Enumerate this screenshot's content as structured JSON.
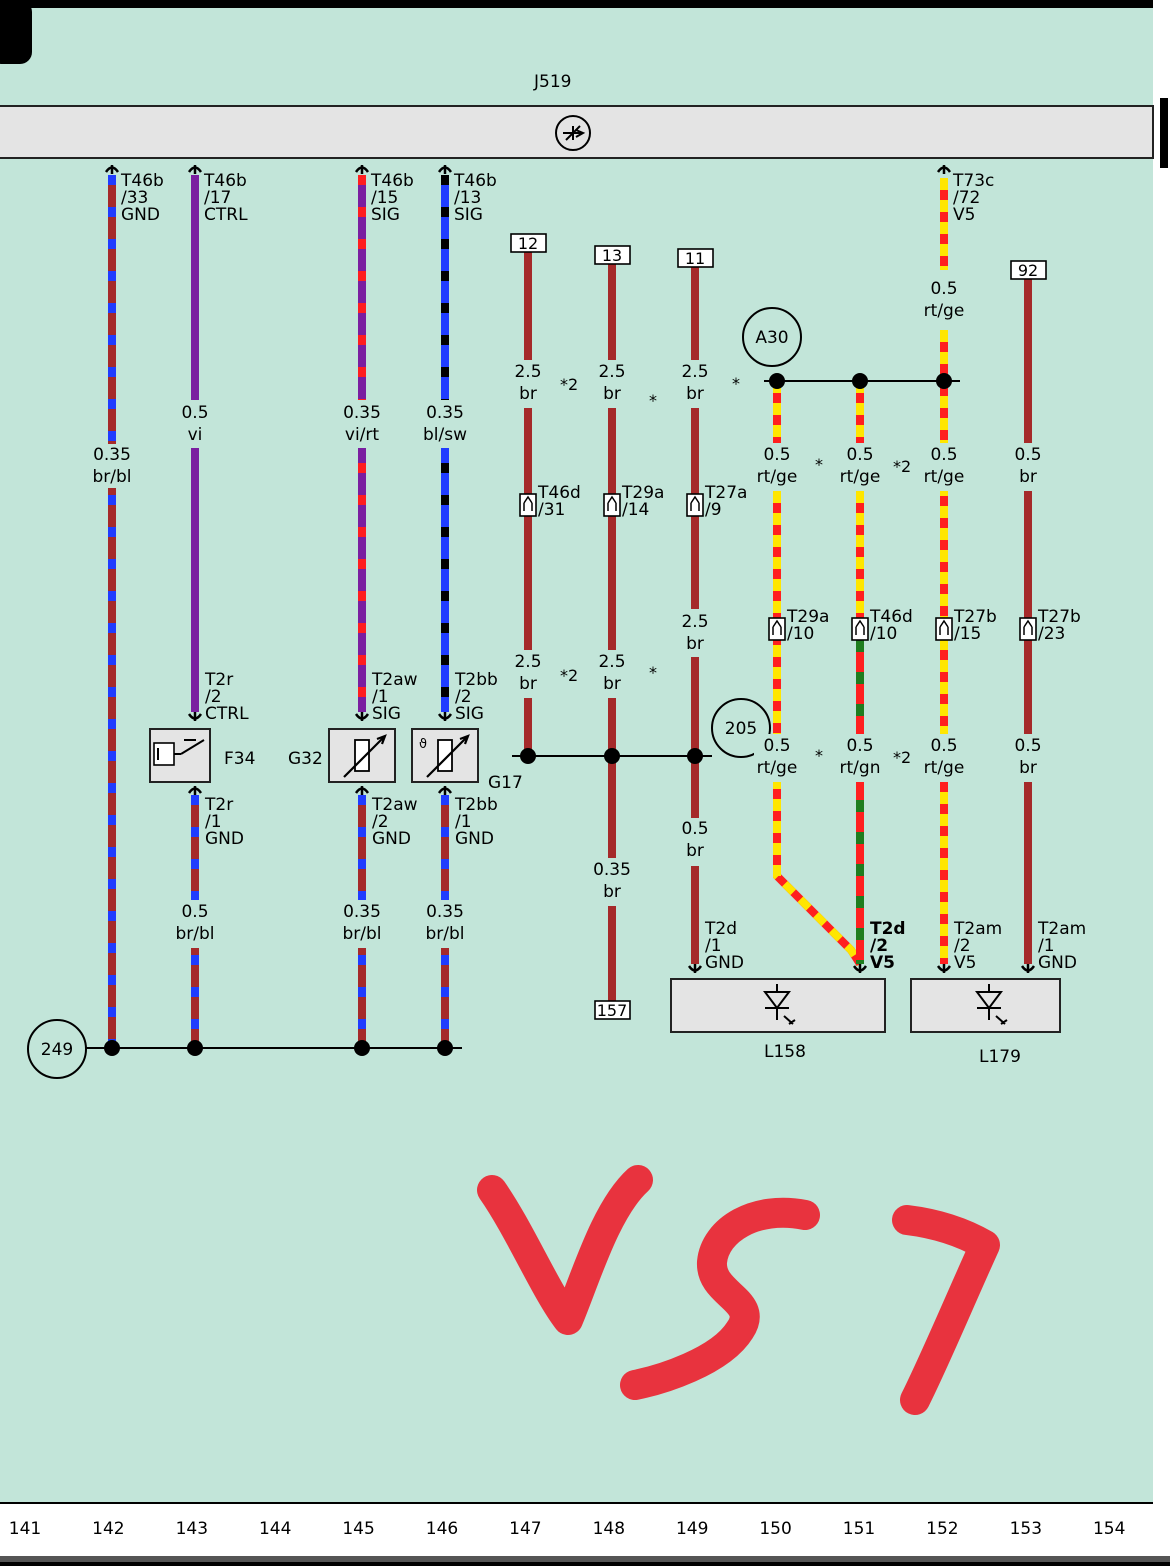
{
  "page": {
    "module_label": "J519",
    "scribble_text": "VS7",
    "bg_color": "#c2e5d9",
    "track_numbers": [
      "141",
      "142",
      "143",
      "144",
      "145",
      "146",
      "147",
      "148",
      "149",
      "150",
      "151",
      "152",
      "153",
      "154"
    ]
  },
  "colors": {
    "br": "#a52a2a",
    "bl": "#1f3cff",
    "vi": "#7a1fa0",
    "rt": "#ff1f1f",
    "sw": "#000000",
    "ge": "#ffe600",
    "gn": "#1e7d1e",
    "scribble": "#e8333e"
  },
  "top_connectors": [
    {
      "id": "c142",
      "pin": [
        "T46b",
        "/33",
        "GND"
      ]
    },
    {
      "id": "c143",
      "pin": [
        "T46b",
        "/17",
        "CTRL"
      ]
    },
    {
      "id": "c145",
      "pin": [
        "T46b",
        "/15",
        "SIG"
      ]
    },
    {
      "id": "c146",
      "pin": [
        "T46b",
        "/13",
        "SIG"
      ]
    },
    {
      "id": "c152",
      "pin": [
        "T73c",
        "/72",
        "V5"
      ]
    }
  ],
  "ref_boxes": [
    "12",
    "13",
    "11",
    "92",
    "157"
  ],
  "wire_labels": [
    {
      "gauge": "0.35",
      "color": "br/bl"
    },
    {
      "gauge": "0.5",
      "color": "vi"
    },
    {
      "gauge": "0.35",
      "color": "vi/rt"
    },
    {
      "gauge": "0.35",
      "color": "bl/sw"
    },
    {
      "gauge": "2.5",
      "color": "br"
    },
    {
      "gauge": "2.5",
      "color": "br"
    },
    {
      "gauge": "2.5",
      "color": "br"
    },
    {
      "gauge": "0.5",
      "color": "rt/ge"
    },
    {
      "gauge": "0.5",
      "color": "rt/ge"
    },
    {
      "gauge": "0.5",
      "color": "rt/ge"
    },
    {
      "gauge": "0.5",
      "color": "rt/ge"
    },
    {
      "gauge": "0.5",
      "color": "br"
    },
    {
      "gauge": "2.5",
      "color": "br"
    },
    {
      "gauge": "2.5",
      "color": "br"
    },
    {
      "gauge": "2.5",
      "color": "br"
    },
    {
      "gauge": "0.5",
      "color": "rt/ge"
    },
    {
      "gauge": "0.5",
      "color": "rt/gn"
    },
    {
      "gauge": "0.5",
      "color": "rt/ge"
    },
    {
      "gauge": "0.5",
      "color": "br"
    },
    {
      "gauge": "0.5",
      "color": "br"
    },
    {
      "gauge": "0.35",
      "color": "br"
    },
    {
      "gauge": "0.5",
      "color": "br/bl"
    },
    {
      "gauge": "0.35",
      "color": "br/bl"
    },
    {
      "gauge": "0.35",
      "color": "br/bl"
    }
  ],
  "inline_connectors": [
    {
      "name": "T46d",
      "pin": "/31"
    },
    {
      "name": "T29a",
      "pin": "/14"
    },
    {
      "name": "T27a",
      "pin": "/9"
    },
    {
      "name": "T29a",
      "pin": "/10"
    },
    {
      "name": "T46d",
      "pin": "/10"
    },
    {
      "name": "T27b",
      "pin": "/15"
    },
    {
      "name": "T27b",
      "pin": "/23"
    }
  ],
  "component_pins": [
    [
      "T2r",
      "/2",
      "CTRL"
    ],
    [
      "T2aw",
      "/1",
      "SIG"
    ],
    [
      "T2bb",
      "/2",
      "SIG"
    ],
    [
      "T2r",
      "/1",
      "GND"
    ],
    [
      "T2aw",
      "/2",
      "GND"
    ],
    [
      "T2bb",
      "/1",
      "GND"
    ],
    [
      "T2d",
      "/1",
      "GND"
    ],
    [
      "T2d",
      "/2",
      "V5"
    ],
    [
      "T2am",
      "/2",
      "V5"
    ],
    [
      "T2am",
      "/1",
      "GND"
    ]
  ],
  "components": {
    "f34": "F34",
    "g32": "G32",
    "g17": "G17",
    "l158": "L158",
    "l179": "L179"
  },
  "splices": {
    "a30": "A30",
    "s205": "205",
    "s249": "249"
  },
  "markers": [
    "*2",
    "*",
    "*",
    "*",
    "*2",
    "*2",
    "*",
    "*",
    "*2"
  ]
}
